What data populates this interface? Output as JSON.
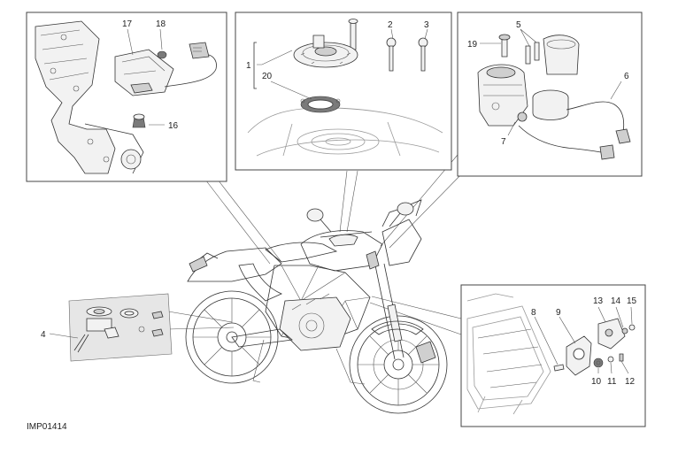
{
  "diagram": {
    "drawing_code": "IMP01414",
    "callouts": [
      {
        "id": "c1",
        "number": "1"
      },
      {
        "id": "c2",
        "number": "2"
      },
      {
        "id": "c3",
        "number": "3"
      },
      {
        "id": "c4",
        "number": "4"
      },
      {
        "id": "c5",
        "number": "5"
      },
      {
        "id": "c6",
        "number": "6"
      },
      {
        "id": "c7",
        "number": "7"
      },
      {
        "id": "c8",
        "number": "8"
      },
      {
        "id": "c9",
        "number": "9"
      },
      {
        "id": "c10",
        "number": "10"
      },
      {
        "id": "c11",
        "number": "11"
      },
      {
        "id": "c12",
        "number": "12"
      },
      {
        "id": "c13",
        "number": "13"
      },
      {
        "id": "c14",
        "number": "14"
      },
      {
        "id": "c15",
        "number": "15"
      },
      {
        "id": "c16",
        "number": "16"
      },
      {
        "id": "c17",
        "number": "17"
      },
      {
        "id": "c18",
        "number": "18"
      },
      {
        "id": "c19",
        "number": "19"
      },
      {
        "id": "c20",
        "number": "20"
      }
    ]
  }
}
